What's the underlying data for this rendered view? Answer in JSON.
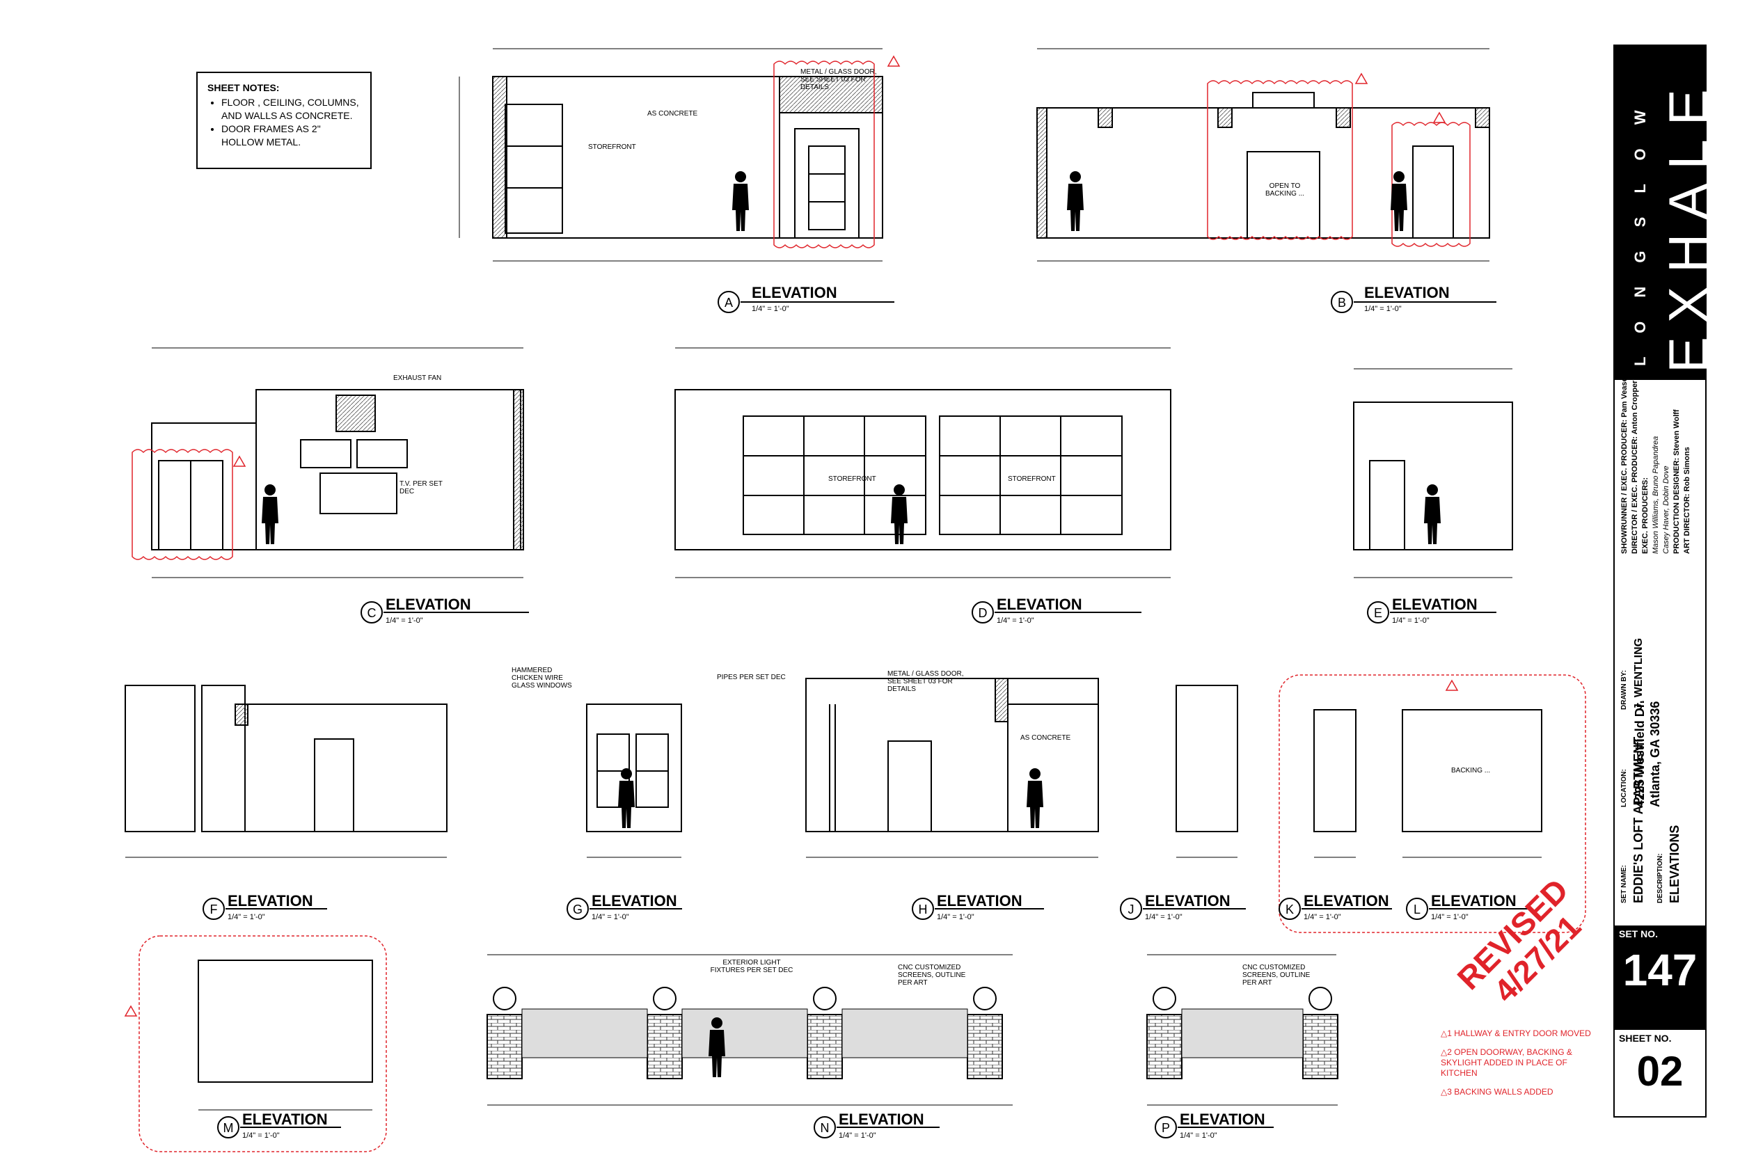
{
  "sheet_notes": {
    "heading": "SHEET NOTES:",
    "items": [
      "FLOOR , CEILING, COLUMNS, AND WALLS AS CONCRETE.",
      "DOOR FRAMES AS 2\" HOLLOW METAL."
    ]
  },
  "elevations": [
    {
      "letter": "A",
      "title": "ELEVATION",
      "scale": "1/4\" = 1'-0\""
    },
    {
      "letter": "B",
      "title": "ELEVATION",
      "scale": "1/4\" = 1'-0\""
    },
    {
      "letter": "C",
      "title": "ELEVATION",
      "scale": "1/4\" = 1'-0\""
    },
    {
      "letter": "D",
      "title": "ELEVATION",
      "scale": "1/4\" = 1'-0\""
    },
    {
      "letter": "E",
      "title": "ELEVATION",
      "scale": "1/4\" = 1'-0\""
    },
    {
      "letter": "F",
      "title": "ELEVATION",
      "scale": "1/4\" = 1'-0\""
    },
    {
      "letter": "G",
      "title": "ELEVATION",
      "scale": "1/4\" = 1'-0\""
    },
    {
      "letter": "H",
      "title": "ELEVATION",
      "scale": "1/4\" = 1'-0\""
    },
    {
      "letter": "J",
      "title": "ELEVATION",
      "scale": "1/4\" = 1'-0\""
    },
    {
      "letter": "K",
      "title": "ELEVATION",
      "scale": "1/4\" = 1'-0\""
    },
    {
      "letter": "L",
      "title": "ELEVATION",
      "scale": "1/4\" = 1'-0\""
    },
    {
      "letter": "M",
      "title": "ELEVATION",
      "scale": "1/4\" = 1'-0\""
    },
    {
      "letter": "N",
      "title": "ELEVATION",
      "scale": "1/4\" = 1'-0\""
    },
    {
      "letter": "P",
      "title": "ELEVATION",
      "scale": "1/4\" = 1'-0\""
    }
  ],
  "annotations": {
    "a_concrete": "AS CONCRETE",
    "a_storefront": "STOREFRONT",
    "a_door": "METAL / GLASS DOOR, SEE SHEET 03 FOR DETAILS",
    "b_opening": "OPEN TO BACKING ...",
    "c_exhaust": "EXHAUST FAN",
    "c_tv": "T.V. PER SET DEC",
    "d_storefront_1": "STOREFRONT",
    "d_storefront_2": "STOREFRONT",
    "g_glass": "HAMMERED CHICKEN WIRE GLASS WINDOWS",
    "h_pipes": "PIPES PER SET DEC",
    "h_door": "METAL / GLASS DOOR, SEE SHEET 03 FOR DETAILS",
    "h_concrete": "AS CONCRETE",
    "l_backing": "BACKING ...",
    "n_lights": "EXTERIOR LIGHT FIXTURES PER SET DEC",
    "n_screens": "CNC CUSTOMIZED SCREENS, OUTLINE PER ART",
    "p_screens": "CNC CUSTOMIZED SCREENS, OUTLINE PER ART"
  },
  "title_block": {
    "logo_top": "L O N G   S L O W",
    "logo_main": "EXHALE",
    "credits": [
      "SHOWRUNNER / EXEC. PRODUCER: Pam Veasey",
      "DIRECTOR / EXEC. PRODUCER: Anton Cropper",
      "EXEC. PRODUCERS:",
      "Mason Williams, Bruno Papandrea",
      "Casey Haver, Dobin Dove",
      "PRODUCTION DESIGNER: Steven Wolff",
      "ART DIRECTOR: Rob Simons"
    ],
    "drawn_by_label": "DRAWN BY:",
    "drawn_by": "J. WENTLING",
    "location_label": "LOCATION:",
    "location_1": "4225 Westfield Dr.",
    "location_2": "Atlanta, GA 30336",
    "set_name_label": "SET NAME:",
    "set_name": "EDDIE'S LOFT APARTMENT",
    "description_label": "DESCRIPTION:",
    "description": "ELEVATIONS",
    "set_no_label": "SET NO.",
    "set_no": "147",
    "sheet_no_label": "SHEET NO.",
    "sheet_no": "02"
  },
  "revision": {
    "stamp_1": "REVISED",
    "stamp_2": "4/27/21",
    "notes": [
      {
        "num": "1",
        "text": "HALLWAY & ENTRY DOOR MOVED"
      },
      {
        "num": "2",
        "text": "OPEN DOORWAY, BACKING & SKYLIGHT ADDED IN PLACE OF KITCHEN"
      },
      {
        "num": "3",
        "text": "BACKING WALLS ADDED"
      }
    ],
    "color": "#e0232a"
  }
}
